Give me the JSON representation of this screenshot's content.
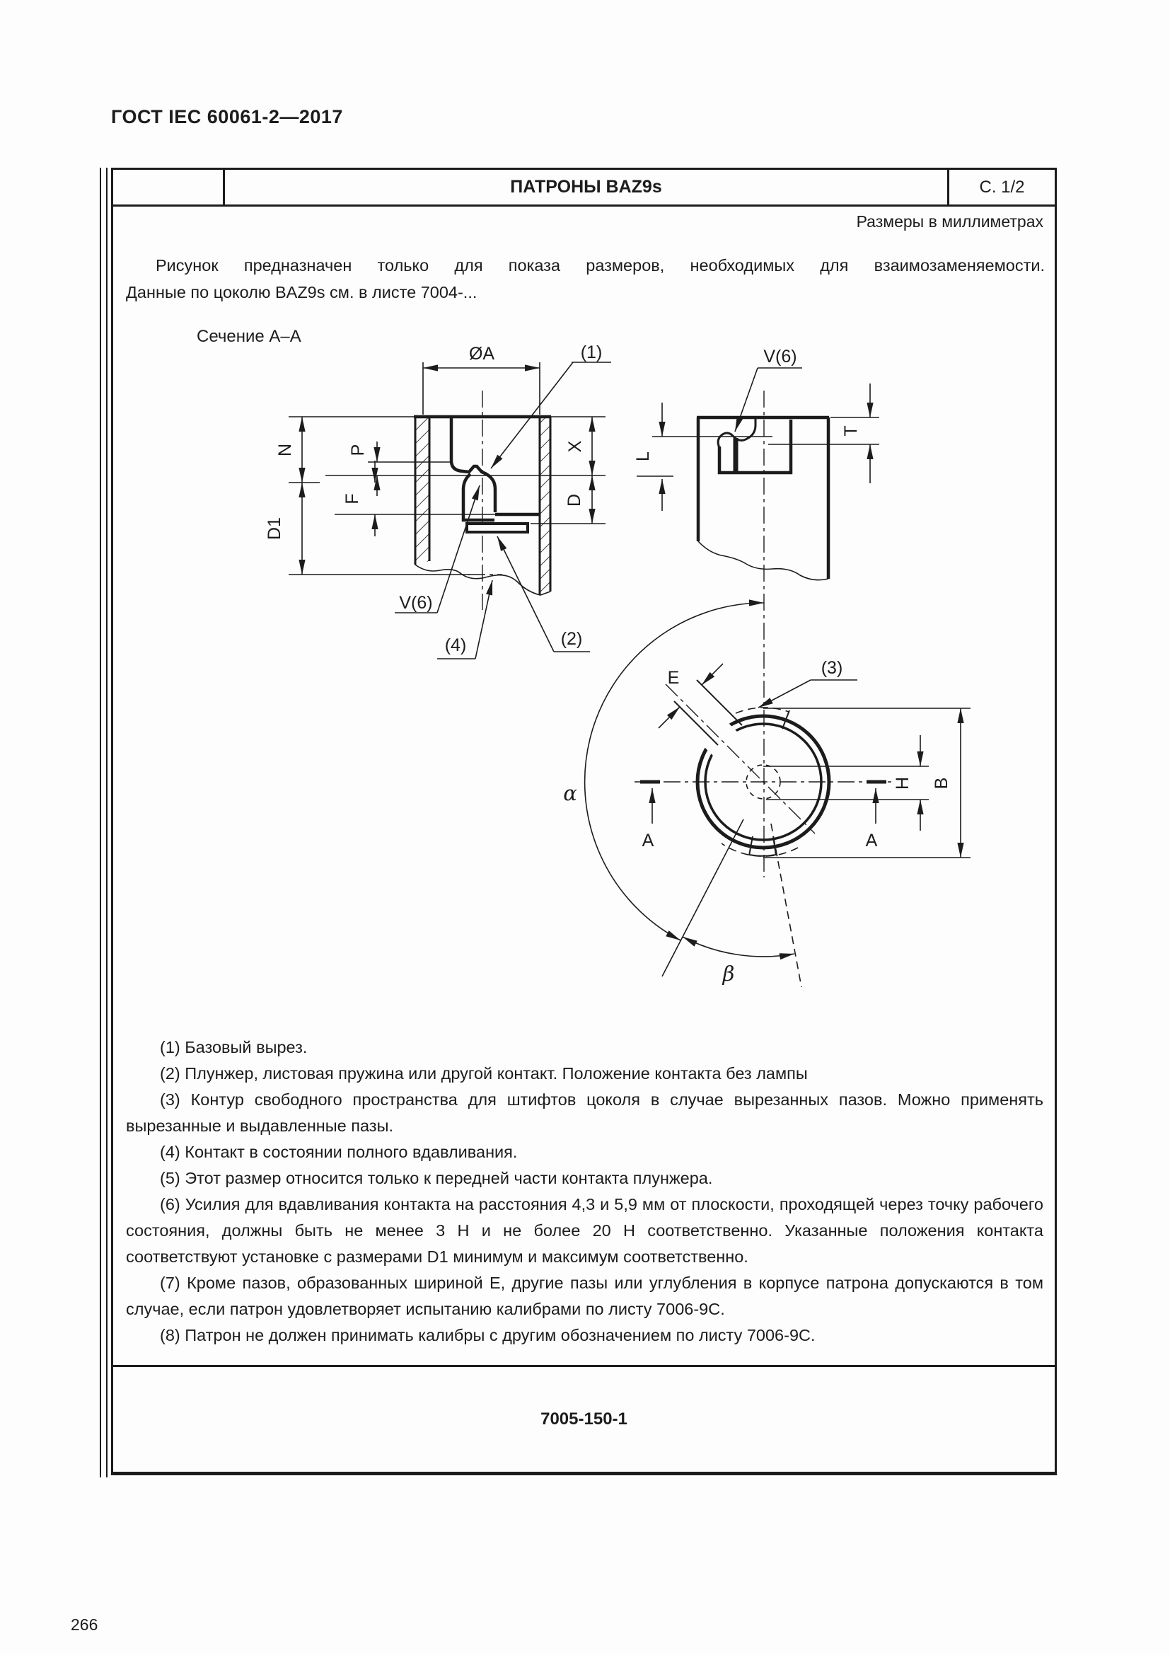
{
  "page": {
    "header": "ГОСТ IEC 60061-2—2017",
    "page_number": "266"
  },
  "sheet": {
    "title": "ПАТРОНЫ BAZ9s",
    "sheet_page": "С. 1/2",
    "units_note": "Размеры в миллиметрах",
    "intro_line1": "Рисунок предназначен только для показа размеров, необходимых для взаимозаменяемости.",
    "intro_line2": "Данные по цоколю BAZ9s см. в листе 7004-...",
    "section_label": "Сечение А–А",
    "sheet_number": "7005-150-1",
    "notes": [
      "(1) Базовый вырез.",
      "(2) Плунжер, листовая пружина или другой контакт. Положение контакта без лампы",
      "(3) Контур свободного пространства для штифтов цоколя в случае вырезанных пазов. Можно применять вырезанные и выдавленные пазы.",
      "(4) Контакт в состоянии полного вдавливания.",
      "(5) Этот размер относится только к передней части контакта плунжера.",
      "(6) Усилия для вдавливания контакта на расстояния 4,3 и 5,9 мм от плоскости, проходящей через точку рабочего состояния, должны быть не менее 3 Н и не более 20 Н соответственно. Указанные положения контакта соответствуют установке с размерами D1 минимум и максимум соответственно.",
      "(7) Кроме пазов, образованных шириной Е, другие пазы или углубления в корпусе патрона допускаются в том случае, если патрон удовлетворяет испытанию калибрами по листу 7006-9С.",
      "(8) Патрон не должен принимать калибры с другим обозначением по листу 7006-9С."
    ]
  },
  "drawing": {
    "labels": {
      "dia_a": "ØA",
      "ref1": "(1)",
      "ref2": "(2)",
      "ref3": "(3)",
      "ref4": "(4)",
      "v6_left": "V(6)",
      "v6_right": "V(6)",
      "n": "N",
      "p": "P",
      "f": "F",
      "d1": "D1",
      "x": "X",
      "d": "D",
      "l": "L",
      "t": "T",
      "e": "E",
      "h": "H",
      "b": "B",
      "alpha": "α",
      "beta": "β",
      "a_left": "A",
      "a_right": "A"
    },
    "line_color": "#1c1c1c"
  }
}
